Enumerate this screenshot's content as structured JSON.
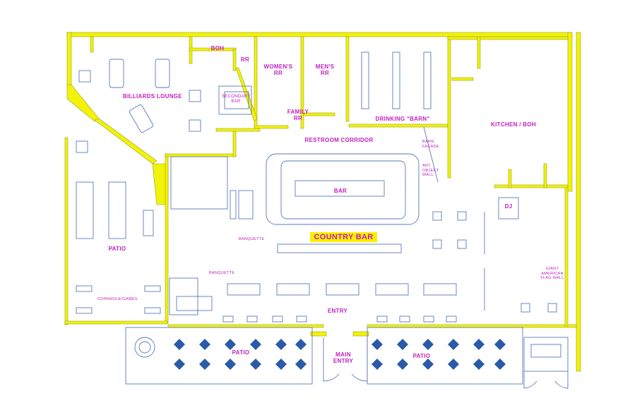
{
  "labels": {
    "boh": "BOH",
    "rr": "RR",
    "womens_rr": "WOMEN'S\nRR",
    "mens_rr": "MEN'S\nRR",
    "family_rr": "FAMILY\nRR",
    "billiards": "BILLIARDS LOUNGE",
    "secondary_bar": "SECONDARY\nBAR",
    "drinking_barn": "DRINKING \"BARN\"",
    "kitchen": "KITCHEN / BOH",
    "restroom_corridor": "RESTROOM CORRIDOR",
    "barn_facade": "BARN\nFACADE",
    "art_object_wall": "ART\nOBJECT\nWALL",
    "bar": "BAR",
    "dj": "DJ",
    "country_bar": "COUNTRY BAR",
    "banquette_1": "BANQUETTE",
    "banquette_2": "BANQUETTE",
    "patio_left": "PATIO",
    "cornhole": "CORNHOLE/GAMES",
    "giant_flag": "GIANT\nAMERICAN\nFLAG WALL",
    "entry": "ENTRY",
    "patio_bottom_left": "PATIO",
    "patio_bottom_right": "PATIO",
    "main_entry": "MAIN\nENTRY"
  },
  "colors": {
    "wall": "#f2f20a",
    "wall_edge": "#9aa020",
    "furniture": "#5a7ab8",
    "label": "#c020c0",
    "umbrella": "#2a5aa8",
    "highlight": "#ffee00"
  }
}
